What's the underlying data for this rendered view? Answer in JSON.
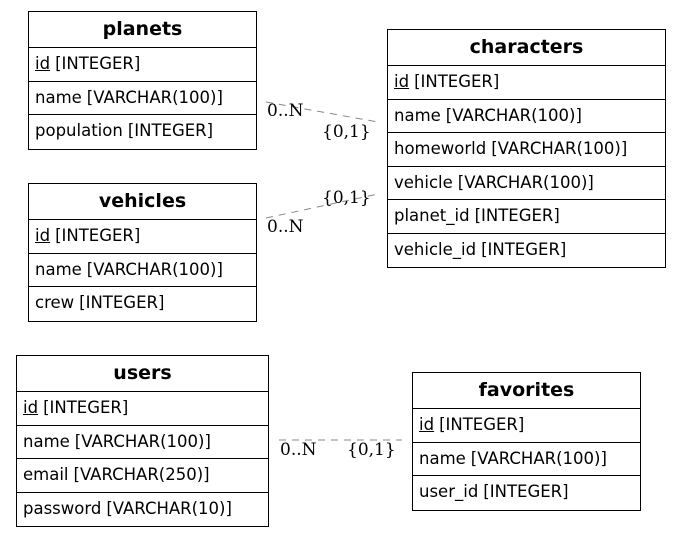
{
  "entities": {
    "planets": {
      "title": "planets",
      "fields": [
        {
          "name": "id",
          "type": "[INTEGER]",
          "pk": true
        },
        {
          "name": "name",
          "type": "[VARCHAR(100)]"
        },
        {
          "name": "population",
          "type": "[INTEGER]"
        }
      ]
    },
    "characters": {
      "title": "characters",
      "fields": [
        {
          "name": "id",
          "type": "[INTEGER]",
          "pk": true
        },
        {
          "name": "name",
          "type": "[VARCHAR(100)]"
        },
        {
          "name": "homeworld",
          "type": "[VARCHAR(100)]"
        },
        {
          "name": "vehicle",
          "type": "[VARCHAR(100)]"
        },
        {
          "name": "planet_id",
          "type": "[INTEGER]"
        },
        {
          "name": "vehicle_id",
          "type": "[INTEGER]"
        }
      ]
    },
    "vehicles": {
      "title": "vehicles",
      "fields": [
        {
          "name": "id",
          "type": "[INTEGER]",
          "pk": true
        },
        {
          "name": "name",
          "type": "[VARCHAR(100)]"
        },
        {
          "name": "crew",
          "type": "[INTEGER]"
        }
      ]
    },
    "users": {
      "title": "users",
      "fields": [
        {
          "name": "id",
          "type": "[INTEGER]",
          "pk": true
        },
        {
          "name": "name",
          "type": "[VARCHAR(100)]"
        },
        {
          "name": "email",
          "type": "[VARCHAR(250)]"
        },
        {
          "name": "password",
          "type": "[VARCHAR(10)]"
        }
      ]
    },
    "favorites": {
      "title": "favorites",
      "fields": [
        {
          "name": "id",
          "type": "[INTEGER]",
          "pk": true
        },
        {
          "name": "name",
          "type": "[VARCHAR(100)]"
        },
        {
          "name": "user_id",
          "type": "[INTEGER]"
        }
      ]
    }
  },
  "relationships": [
    {
      "from": "planets",
      "to": "characters",
      "from_card": "0..N",
      "to_card": "{0,1}"
    },
    {
      "from": "vehicles",
      "to": "characters",
      "from_card": "0..N",
      "to_card": "{0,1}"
    },
    {
      "from": "users",
      "to": "favorites",
      "from_card": "0..N",
      "to_card": "{0,1}"
    }
  ],
  "colors": {
    "line": "#888888",
    "border": "#000000",
    "background": "#ffffff"
  }
}
